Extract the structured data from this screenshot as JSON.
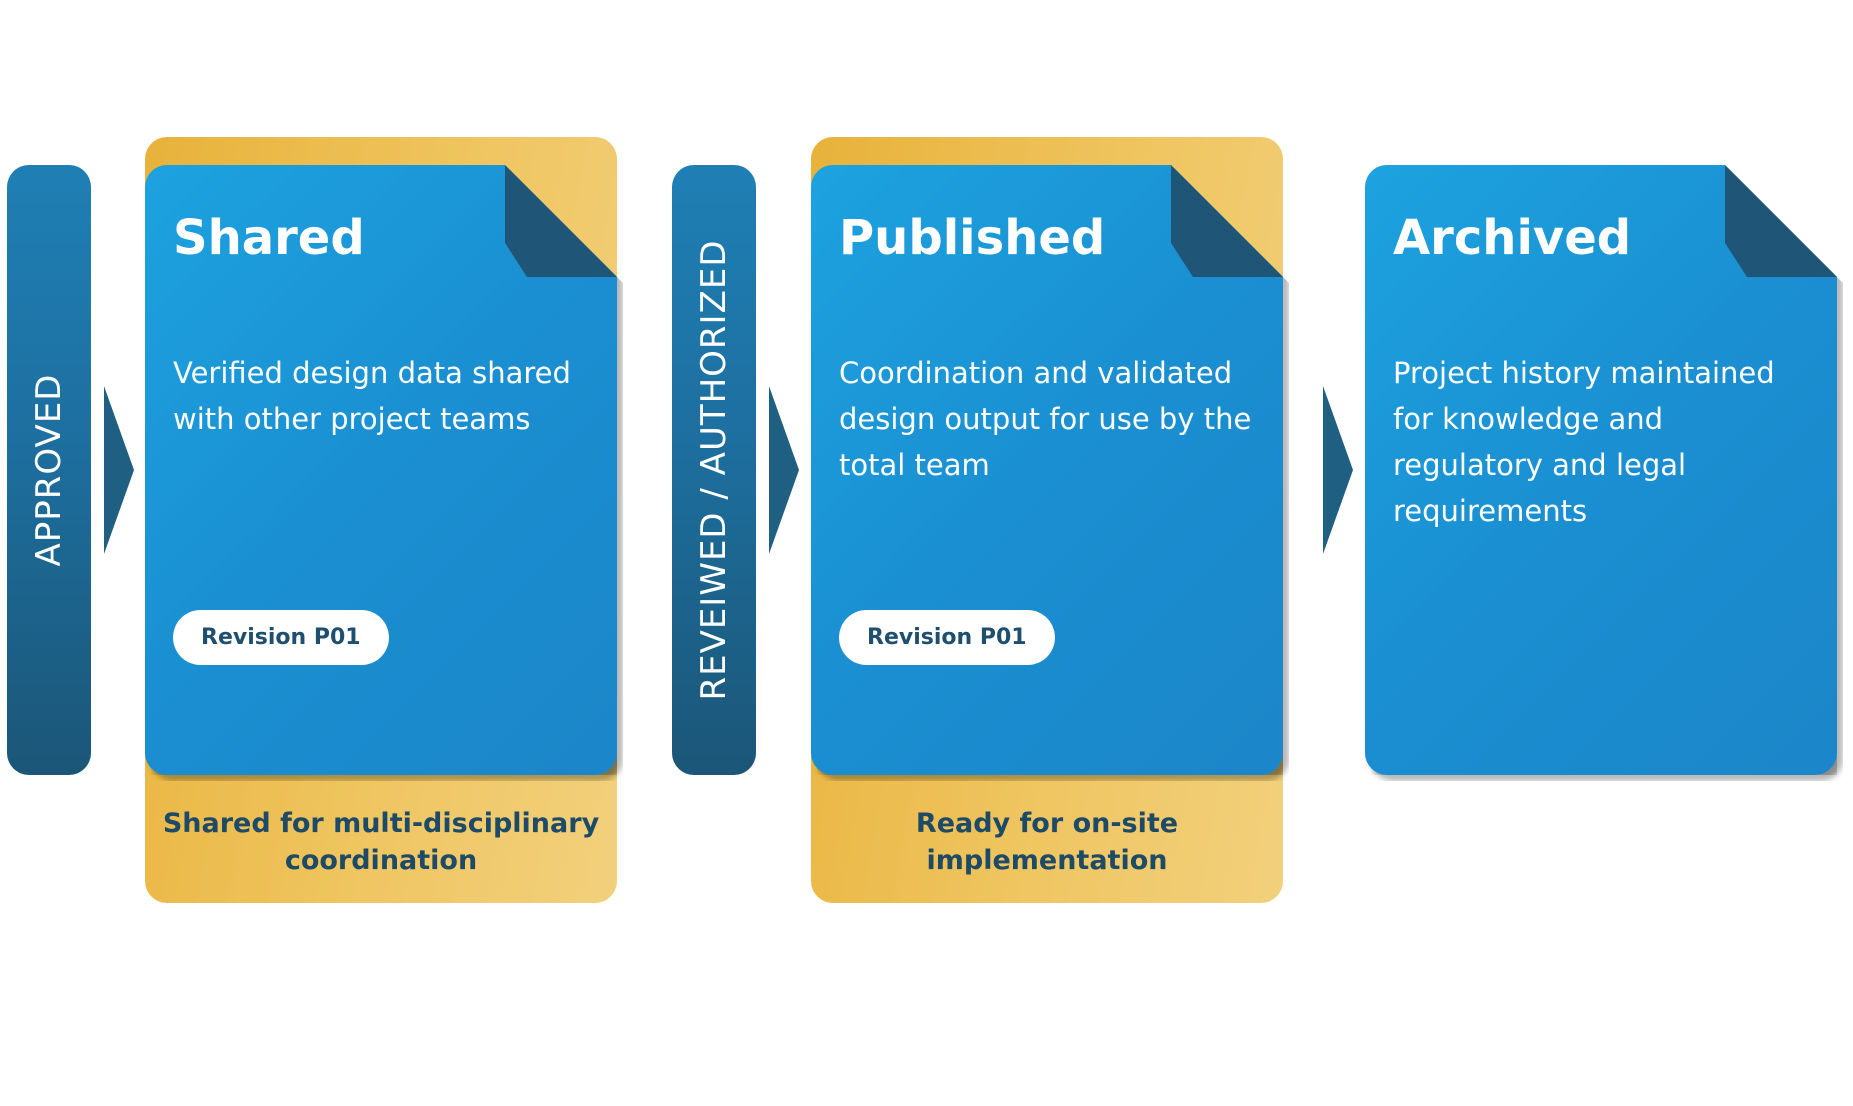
{
  "gates": [
    {
      "label": "APPROVED"
    },
    {
      "label": "REVEIWED / AUTHORIZED"
    }
  ],
  "stages": [
    {
      "title": "Shared",
      "description": "Verified design data shared with other project teams",
      "revision": "Revision P01",
      "caption": "Shared for multi-disciplinary\ncoordination"
    },
    {
      "title": "Published",
      "description": "Coordination and validated design output for use by the total team",
      "revision": "Revision P01",
      "caption": "Ready for on-site\nimplementation"
    },
    {
      "title": "Archived",
      "description": "Project history maintained for knowledge and regulatory and legal requirements"
    }
  ],
  "colors": {
    "card_blue": "#1a8fd1",
    "gate_blue": "#1d6f9f",
    "fold_navy": "#1f5576",
    "gold": "#efc560",
    "caption_text": "#1d4a66"
  }
}
